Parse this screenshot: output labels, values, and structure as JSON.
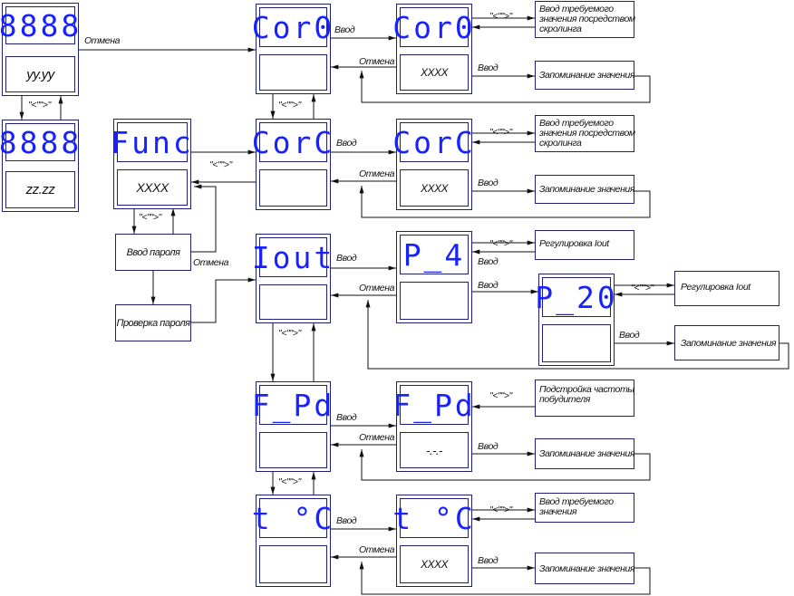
{
  "displays": {
    "d0_top": "8888",
    "d0_bot": "yy.yy",
    "d1_top": "8888",
    "d1_bot": "zz.zz",
    "func_top": "Func",
    "func_bot": "XXXX",
    "cor0_main": "Cor0",
    "cor0_sub": "Cor0",
    "cor0_val": "XXXX",
    "corc_main": "CorC",
    "corc_sub": "CorC",
    "corc_val": "XXXX",
    "iout_main": "Iout",
    "p4": "P_4",
    "p20": "P_20",
    "fpd_main": "F_Pd",
    "fpd_sub": "F_Pd",
    "fpd_val": "-.-.-",
    "toc_main": "t °C",
    "toc_sub": "t °C",
    "toc_val": "XXXX"
  },
  "boxes": {
    "password_input": "Ввод пароля",
    "password_check": "Проверка пароля"
  },
  "notes": {
    "scroll_enter": "Ввод требуемого\nзначения посредством\nскролинга",
    "save": "Запоминание значения",
    "adjust_iout": "Регулировка Iout",
    "exciter_freq": "Подстройка частоты\nпобудителя",
    "enter_value": "Ввод требуемого\nзначения"
  },
  "labels": {
    "cancel": "Отмена",
    "enter": "Ввод",
    "arrows": "\"<\"\">\""
  }
}
